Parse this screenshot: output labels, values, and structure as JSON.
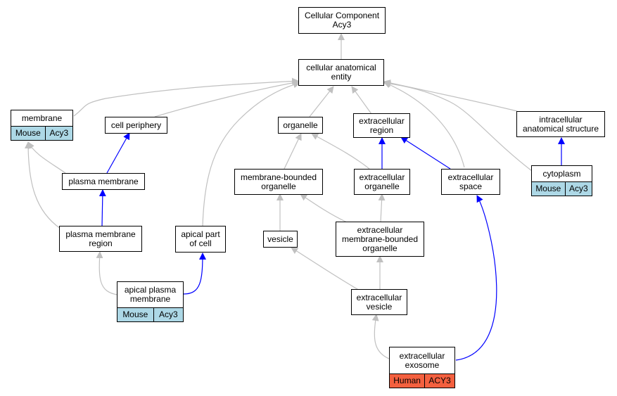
{
  "colors": {
    "gray_edge": "#c0c0c0",
    "blue_edge": "#0000ff",
    "mouse_tag": "#add8e6",
    "human_tag": "#f4603f"
  },
  "nodes": {
    "root": {
      "label": "Cellular Component\nAcy3"
    },
    "cae": {
      "label": "cellular anatomical\nentity"
    },
    "membrane": {
      "label": "membrane",
      "tags": [
        "Mouse",
        "Acy3"
      ]
    },
    "cell_periphery": {
      "label": "cell periphery"
    },
    "organelle": {
      "label": "organelle"
    },
    "extracellular_region": {
      "label": "extracellular\nregion"
    },
    "intracellular": {
      "label": "intracellular\nanatomical structure"
    },
    "plasma_membrane": {
      "label": "plasma membrane"
    },
    "mbo": {
      "label": "membrane-bounded\norganelle"
    },
    "ext_organelle": {
      "label": "extracellular\norganelle"
    },
    "ext_space": {
      "label": "extracellular\nspace"
    },
    "cytoplasm": {
      "label": "cytoplasm",
      "tags": [
        "Mouse",
        "Acy3"
      ]
    },
    "pm_region": {
      "label": "plasma membrane\nregion"
    },
    "apical_part": {
      "label": "apical part\nof cell"
    },
    "vesicle": {
      "label": "vesicle"
    },
    "ext_mbo": {
      "label": "extracellular\nmembrane-bounded\norganelle"
    },
    "apical_pm": {
      "label": "apical plasma\nmembrane",
      "tags": [
        "Mouse",
        "Acy3"
      ]
    },
    "ext_vesicle": {
      "label": "extracellular\nvesicle"
    },
    "exosome": {
      "label": "extracellular\nexosome",
      "tags": [
        "Human",
        "ACY3"
      ]
    }
  }
}
